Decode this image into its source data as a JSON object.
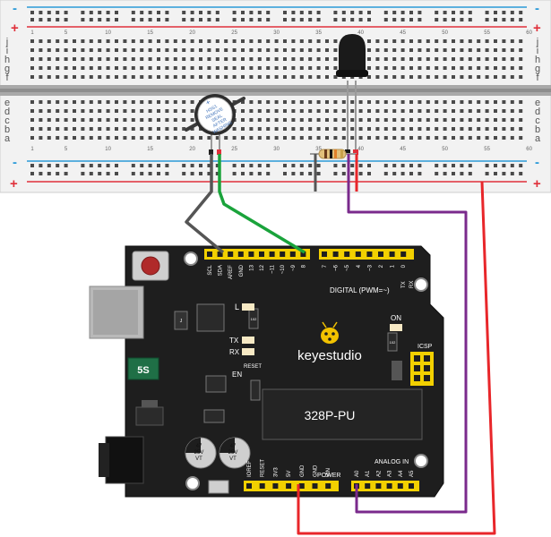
{
  "breadboard": {
    "row_letters_top": [
      "j",
      "i",
      "h",
      "g",
      "f"
    ],
    "row_letters_bottom": [
      "e",
      "d",
      "c",
      "b",
      "a"
    ],
    "column_numbers": [
      "1",
      "5",
      "10",
      "15",
      "20",
      "25",
      "30",
      "35",
      "40",
      "45",
      "50",
      "55",
      "60"
    ],
    "rail_plus": "+",
    "rail_minus": "-"
  },
  "buzzer": {
    "lines": [
      "HSS1",
      "REMOVE",
      "SEAL",
      "AFTER",
      "WASHING"
    ],
    "plus_mark": "+"
  },
  "board": {
    "brand": "keyestudio",
    "chip": "328P-PU",
    "fuse": "5S",
    "digital_label": "DIGITAL (PWM=~)",
    "power_label": "POWER",
    "analog_label": "ANALOG IN",
    "icsp_label": "ICSP",
    "on_label": "ON",
    "led_l": "L",
    "led_tx": "TX",
    "led_rx": "RX",
    "reset_label": "RESET",
    "en_label": "EN",
    "tx_arrow": "TX",
    "rx_arrow": "RX",
    "cap_text": [
      "47",
      "25V",
      "VT"
    ],
    "digital_pins_left": [
      "SCL",
      "SDA",
      "AREF",
      "GND",
      "13",
      "12",
      "~11",
      "~10",
      "~9",
      "8"
    ],
    "digital_pins_right": [
      "7",
      "~6",
      "~5",
      "4",
      "~3",
      "2",
      "1",
      "0"
    ],
    "power_pins": [
      "IOREF",
      "RESET",
      "3V3",
      "5V",
      "GND",
      "GND",
      "VIN"
    ],
    "analog_pins": [
      "A0",
      "A1",
      "A2",
      "A3",
      "A4",
      "A5"
    ],
    "ic_marks": [
      "J",
      "102"
    ]
  },
  "wire_colors": {
    "gray": "#555555",
    "green": "#1aa33b",
    "red": "#e8262a",
    "purple": "#7a2a8c"
  }
}
